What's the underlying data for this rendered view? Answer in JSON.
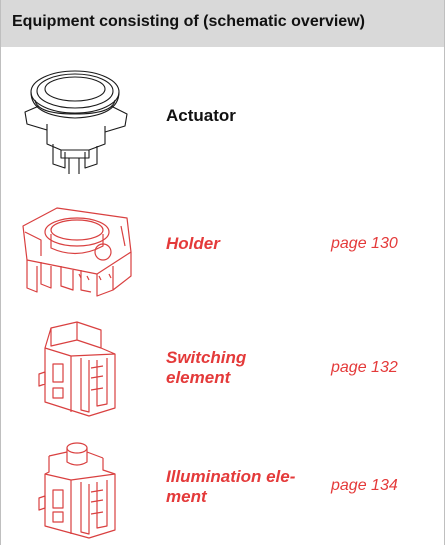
{
  "header": {
    "title": "Equipment consisting of (schematic overview)"
  },
  "items": [
    {
      "label": "Actuator",
      "illustration": "actuator-illustration"
    },
    {
      "label": "Holder",
      "page": "page 130",
      "illustration": "holder-illustration"
    },
    {
      "label_line1": "Switching",
      "label_line2": "element",
      "page": "page 132",
      "illustration": "switching-element-illustration"
    },
    {
      "label_line1": "Illumination ele-",
      "label_line2": "ment",
      "page": "page 134",
      "illustration": "illumination-element-illustration"
    }
  ],
  "colors": {
    "accent_red": "#e43a3a",
    "header_bg": "#d9d9d9",
    "border": "#bfbfbf"
  }
}
